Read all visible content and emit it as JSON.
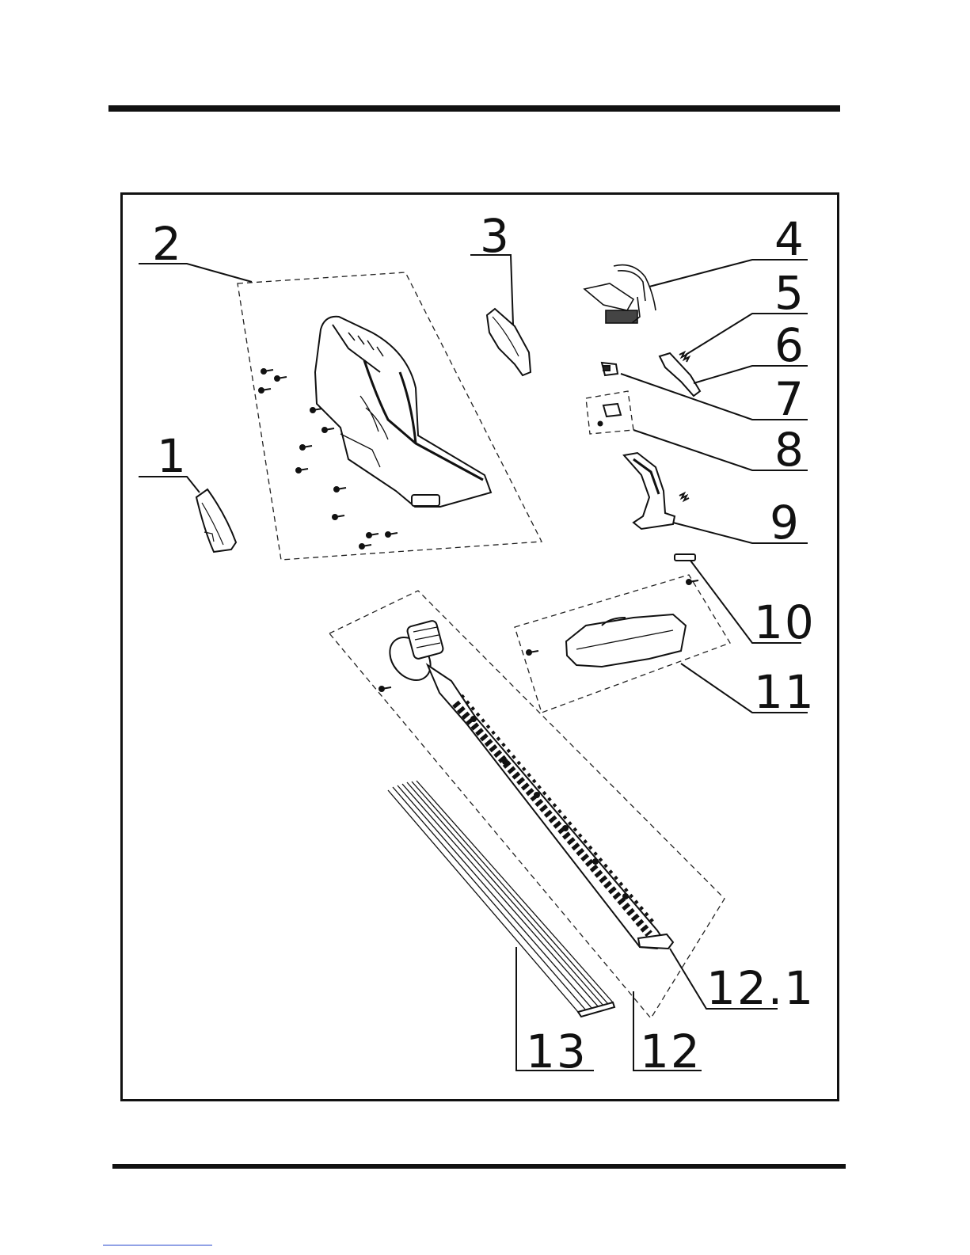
{
  "diagram": {
    "type": "exploded-parts-view",
    "callouts": [
      {
        "id": "1",
        "label": "1"
      },
      {
        "id": "2",
        "label": "2"
      },
      {
        "id": "3",
        "label": "3"
      },
      {
        "id": "4",
        "label": "4"
      },
      {
        "id": "5",
        "label": "5"
      },
      {
        "id": "6",
        "label": "6"
      },
      {
        "id": "7",
        "label": "7"
      },
      {
        "id": "8",
        "label": "8"
      },
      {
        "id": "9",
        "label": "9"
      },
      {
        "id": "10",
        "label": "10"
      },
      {
        "id": "11",
        "label": "11"
      },
      {
        "id": "12",
        "label": "12"
      },
      {
        "id": "12.1",
        "label": "12.1"
      },
      {
        "id": "13",
        "label": "13"
      }
    ]
  }
}
